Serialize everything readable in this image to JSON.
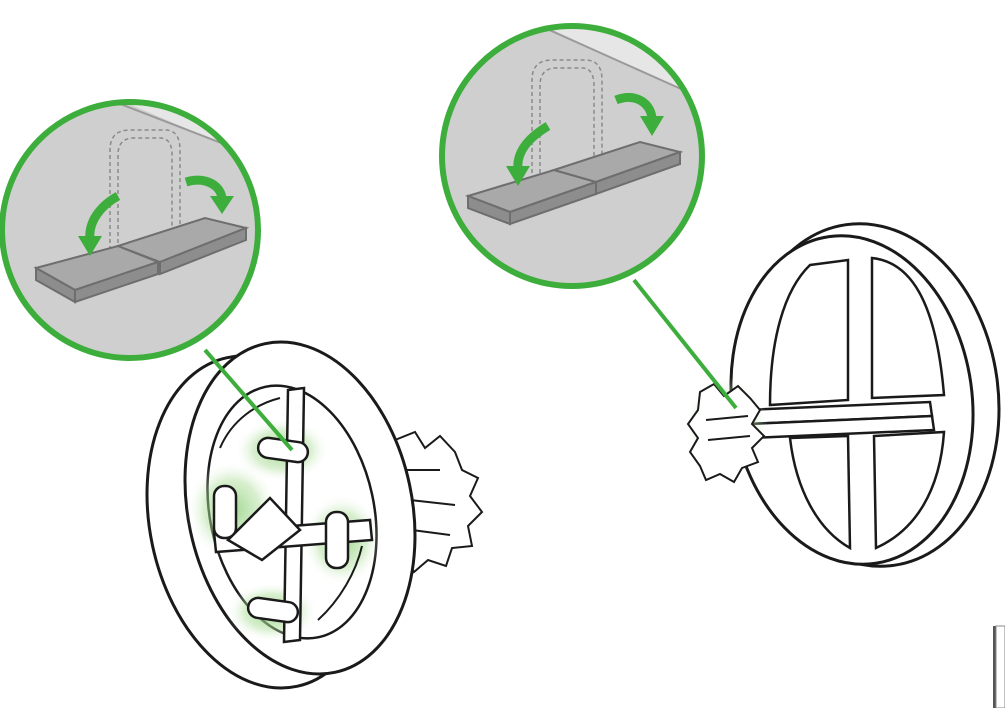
{
  "diagram": {
    "description_text": "",
    "colors": {
      "accent": "#3dae3c",
      "glow": "#8fd07e",
      "callout_fill": "#cfcfcf",
      "callout_wall": "#e6e6e6",
      "line": "#1a1a1a",
      "part_fill": "#ffffff",
      "tab_fill": "#a9a9a9",
      "tab_edge": "#6e6e6e"
    },
    "icons": [
      "magnifier-callout-left",
      "magnifier-callout-right",
      "fold-arrow-icon",
      "wheel-part-left",
      "wheel-part-right"
    ]
  }
}
